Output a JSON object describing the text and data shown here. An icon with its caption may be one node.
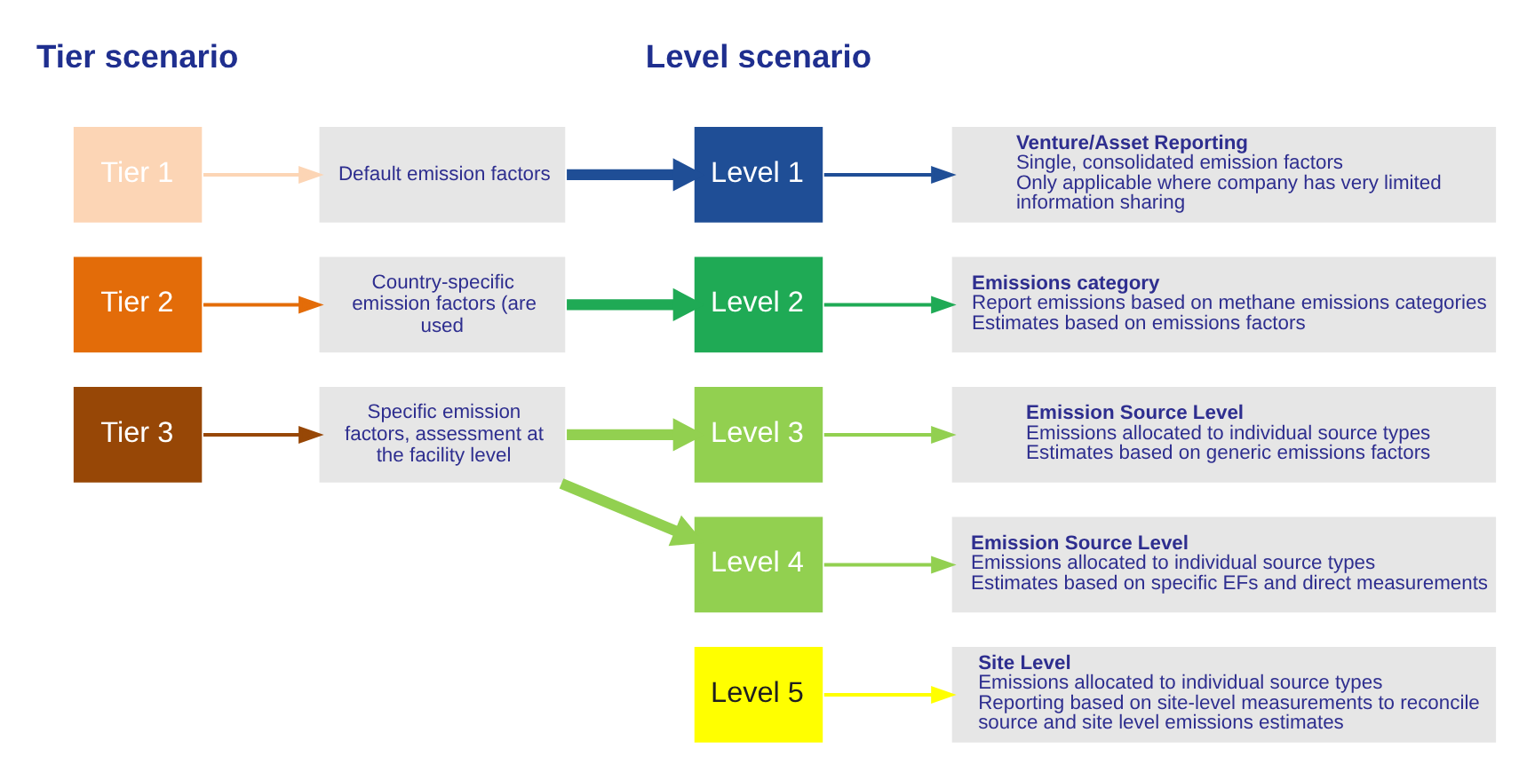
{
  "diagram": {
    "nodes": [
      {
        "text": [
          "Tier 1"
        ]
      },
      {
        "text": [
          "Default emission factors"
        ]
      },
      {
        "text": [
          "Tier 2"
        ]
      },
      {
        "text": [
          "Country-specific emission factors (are used"
        ]
      },
      {
        "text": [
          "Tier 3"
        ]
      },
      {
        "text": [
          "Specific emission factors, assessment at the facility level"
        ]
      },
      {
        "text": [
          "Level 1"
        ]
      },
      {
        "text": [
          "Venture/Asset Reporting",
          "Single, consolidated emission factors",
          "Only applicable where company has very limited information sharing"
        ]
      },
      {
        "text": [
          "Level 2"
        ]
      },
      {
        "text": [
          "Emissions category",
          "Report emissions based on methane emissions categories",
          "Estimates based on emissions factors"
        ]
      },
      {
        "text": [
          "Level 3"
        ]
      },
      {
        "text": [
          "Emission Source Level",
          "Emissions allocated to individual source types",
          "Estimates based on generic emissions factors"
        ]
      },
      {
        "text": [
          "Level 4"
        ]
      },
      {
        "text": [
          "Emission Source Level",
          "Emissions allocated to individual source types",
          "Estimates based on specific EFs and direct measurements"
        ]
      },
      {
        "text": [
          "Level 5"
        ]
      },
      {
        "text": [
          "Site Level",
          "Emissions allocated to individual source types",
          "Reporting based on site-level measurements to reconcile source and site level emissions estimates"
        ]
      }
    ],
    "edges": [
      {
        "from": 0,
        "to": 1,
        "arrow": "to",
        "color": "#fcd5b5"
      },
      {
        "from": 2,
        "to": 3,
        "arrow": "to",
        "color": "#e36c09"
      },
      {
        "from": 4,
        "to": 5,
        "arrow": "to",
        "color": "#974706"
      },
      {
        "from": 6,
        "to": 7,
        "arrow": "to",
        "color": "#1f4e96"
      },
      {
        "from": 8,
        "to": 9,
        "arrow": "to",
        "color": "#1faa55"
      },
      {
        "from": 10,
        "to": 11,
        "arrow": "to",
        "color": "#92d050"
      },
      {
        "from": 12,
        "to": 13,
        "arrow": "to",
        "color": "#92d050"
      },
      {
        "from": 14,
        "to": 15,
        "arrow": "to",
        "color": "#ffff00"
      },
      {
        "from": 1,
        "to": 6,
        "arrow": "to",
        "style": "thick",
        "color": "#1f4e96"
      },
      {
        "from": 3,
        "to": 8,
        "arrow": "to",
        "style": "thick",
        "color": "#1faa55"
      },
      {
        "from": 5,
        "to": 10,
        "arrow": "to",
        "style": "thick",
        "color": "#92d050"
      },
      {
        "from": 5,
        "to": 12,
        "arrow": "to",
        "style": "thick",
        "color": "#92d050"
      }
    ],
    "labels": [
      "Tier scenario",
      "Level scenario"
    ]
  }
}
